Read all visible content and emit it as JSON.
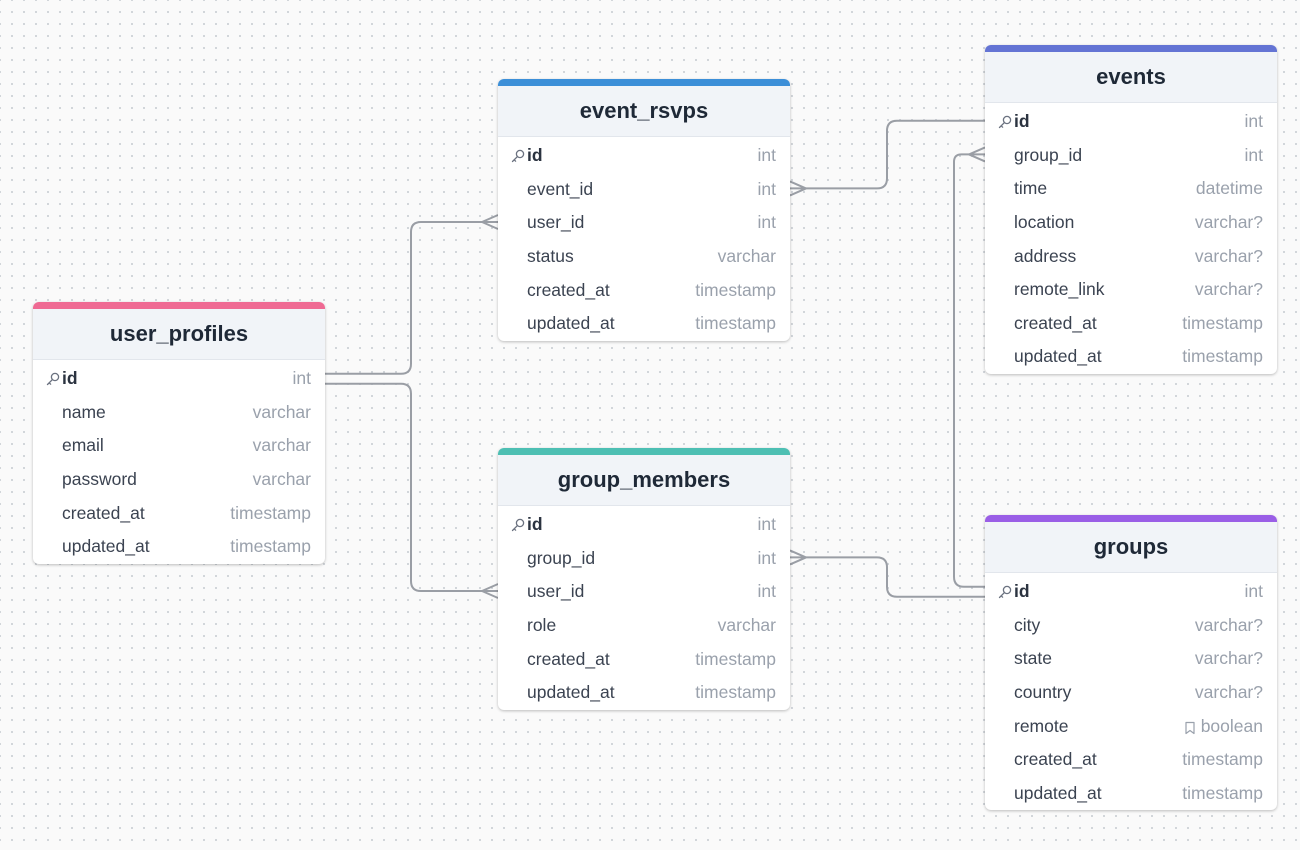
{
  "tables": [
    {
      "id": "user_profiles",
      "name": "user_profiles",
      "accent": "#ef6a93",
      "columns": [
        {
          "name": "id",
          "type": "int",
          "pk": true
        },
        {
          "name": "name",
          "type": "varchar"
        },
        {
          "name": "email",
          "type": "varchar"
        },
        {
          "name": "password",
          "type": "varchar"
        },
        {
          "name": "created_at",
          "type": "timestamp"
        },
        {
          "name": "updated_at",
          "type": "timestamp"
        }
      ]
    },
    {
      "id": "event_rsvps",
      "name": "event_rsvps",
      "accent": "#3c8fd8",
      "columns": [
        {
          "name": "id",
          "type": "int",
          "pk": true
        },
        {
          "name": "event_id",
          "type": "int"
        },
        {
          "name": "user_id",
          "type": "int"
        },
        {
          "name": "status",
          "type": "varchar"
        },
        {
          "name": "created_at",
          "type": "timestamp"
        },
        {
          "name": "updated_at",
          "type": "timestamp"
        }
      ]
    },
    {
      "id": "group_members",
      "name": "group_members",
      "accent": "#4dbfb3",
      "columns": [
        {
          "name": "id",
          "type": "int",
          "pk": true
        },
        {
          "name": "group_id",
          "type": "int"
        },
        {
          "name": "user_id",
          "type": "int"
        },
        {
          "name": "role",
          "type": "varchar"
        },
        {
          "name": "created_at",
          "type": "timestamp"
        },
        {
          "name": "updated_at",
          "type": "timestamp"
        }
      ]
    },
    {
      "id": "events",
      "name": "events",
      "accent": "#6474d4",
      "columns": [
        {
          "name": "id",
          "type": "int",
          "pk": true
        },
        {
          "name": "group_id",
          "type": "int"
        },
        {
          "name": "time",
          "type": "datetime"
        },
        {
          "name": "location",
          "type": "varchar?"
        },
        {
          "name": "address",
          "type": "varchar?"
        },
        {
          "name": "remote_link",
          "type": "varchar?"
        },
        {
          "name": "created_at",
          "type": "timestamp"
        },
        {
          "name": "updated_at",
          "type": "timestamp"
        }
      ]
    },
    {
      "id": "groups",
      "name": "groups",
      "accent": "#9a5ee6",
      "columns": [
        {
          "name": "id",
          "type": "int",
          "pk": true
        },
        {
          "name": "city",
          "type": "varchar?"
        },
        {
          "name": "state",
          "type": "varchar?"
        },
        {
          "name": "country",
          "type": "varchar?"
        },
        {
          "name": "remote",
          "type": "boolean",
          "icon": "bookmark-icon"
        },
        {
          "name": "created_at",
          "type": "timestamp"
        },
        {
          "name": "updated_at",
          "type": "timestamp"
        }
      ]
    }
  ],
  "relationships": [
    {
      "from": "user_profiles.id",
      "to": "event_rsvps.user_id",
      "cardinality": "one-to-many"
    },
    {
      "from": "user_profiles.id",
      "to": "group_members.user_id",
      "cardinality": "one-to-many"
    },
    {
      "from": "events.id",
      "to": "event_rsvps.event_id",
      "cardinality": "one-to-many"
    },
    {
      "from": "groups.id",
      "to": "group_members.group_id",
      "cardinality": "one-to-many"
    },
    {
      "from": "groups.id",
      "to": "events.group_id",
      "cardinality": "one-to-many"
    }
  ],
  "colors": {
    "connector": "#9a9ea5",
    "header_bg": "#f1f4f8",
    "field_name": "#3b4351",
    "field_type": "#9aa1ac"
  }
}
